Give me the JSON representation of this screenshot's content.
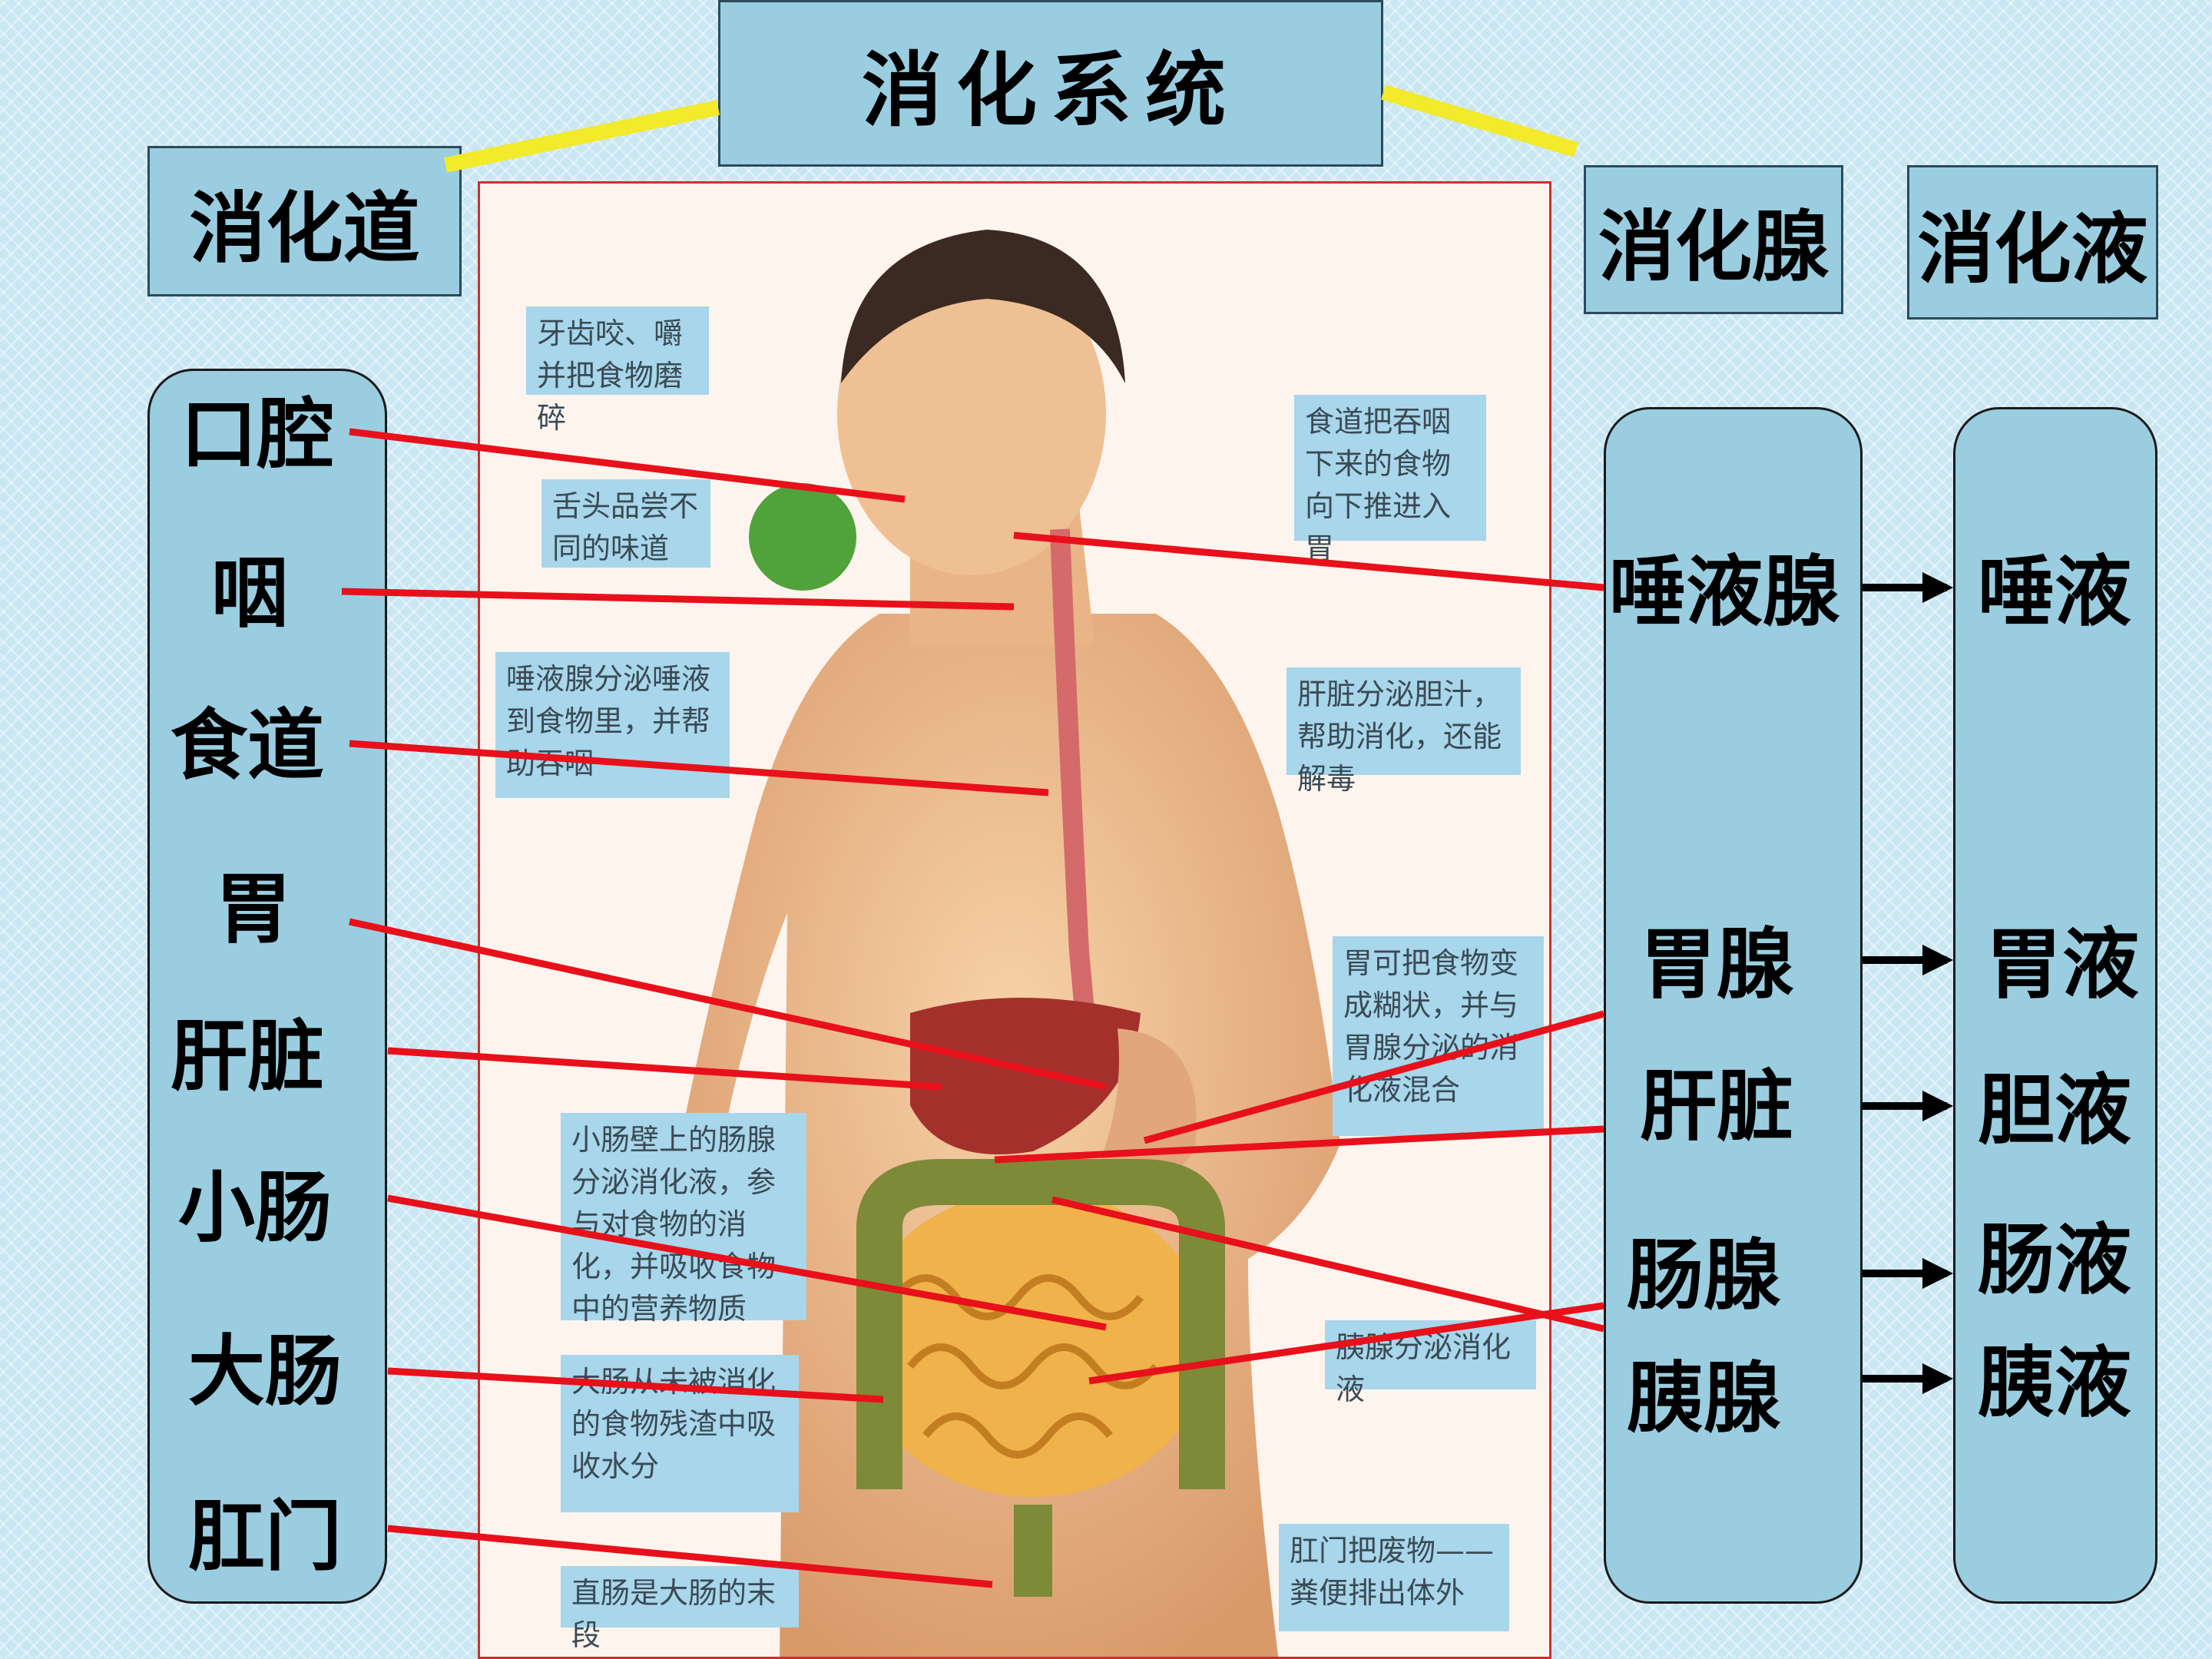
{
  "title": "消化系统",
  "headers": {
    "tract": "消化道",
    "glands": "消化腺",
    "juices": "消化液"
  },
  "tract_organs": [
    "口腔",
    "咽",
    "食道",
    "胃",
    "肝脏",
    "小肠",
    "大肠",
    "肛门"
  ],
  "glands": [
    "唾液腺",
    "胃腺",
    "肝脏",
    "肠腺",
    "胰腺"
  ],
  "juices": [
    "唾液",
    "胃液",
    "胆液",
    "肠液",
    "胰液"
  ],
  "callouts": {
    "teeth": "牙齿咬、嚼并把食物磨碎",
    "tongue": "舌头品尝不同的味道",
    "saliva": "唾液腺分泌唾液到食物里，并帮助吞咽",
    "esophagus": "食道把吞咽下来的食物向下推进入胃",
    "liver": "肝脏分泌胆汁，帮助消化，还能解毒",
    "stomach": "胃可把食物变成糊状，并与胃腺分泌的消化液混合",
    "small_intestine": "小肠壁上的肠腺分泌消化液，参与对食物的消化，并吸收食物中的营养物质",
    "pancreas": "胰腺分泌消化液",
    "large_intestine": "大肠从未被消化的食物残渣中吸收水分",
    "rectum": "直肠是大肠的末段",
    "anus": "肛门把废物——粪便排出体外"
  },
  "colors": {
    "box": "#9acde0",
    "connector": "#e8101a",
    "title_line": "#f2ea2a"
  }
}
